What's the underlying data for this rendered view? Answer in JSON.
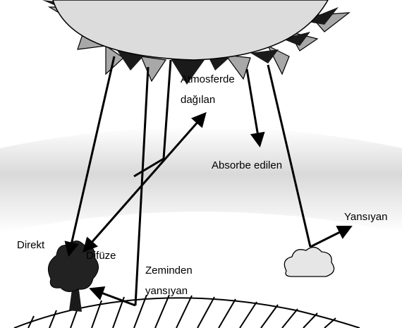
{
  "labels": {
    "atmosphere_scattered_line1": "Atmosferde",
    "atmosphere_scattered_line2": "dağılan",
    "absorbed": "Absorbe edilen",
    "reflected": "Yansıyan",
    "direct": "Direkt",
    "diffuse": "Difüze",
    "ground_reflected_line1": "Zeminden",
    "ground_reflected_line2": "yansıyan"
  },
  "colors": {
    "sun_body": "#dcdcdc",
    "sun_rays_dark": "#1a1a1a",
    "sun_rays_light": "#a8a8a8",
    "atmosphere_band": "#d9d9d9",
    "ink": "#000000",
    "cloud": "#e6e6e6",
    "tree_canopy": "#222222"
  }
}
